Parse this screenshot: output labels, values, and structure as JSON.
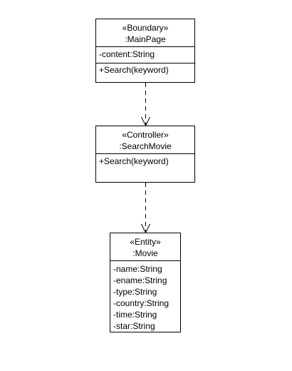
{
  "classes": {
    "main_page": {
      "stereotype": "«Boundary»",
      "name": ":MainPage",
      "attributes": [
        "-content:String"
      ],
      "operations": [
        "+Search(keyword)"
      ]
    },
    "search_movie": {
      "stereotype": "«Controller»",
      "name": ":SearchMovie",
      "operations": [
        "+Search(keyword)"
      ]
    },
    "movie": {
      "stereotype": "«Entity»",
      "name": ":Movie",
      "attributes": [
        "-name:String",
        "-ename:String",
        "-type:String",
        "-country:String",
        "-time:String",
        "-star:String"
      ]
    }
  },
  "dependencies": [
    {
      "from": "main_page",
      "to": "search_movie",
      "style": "dashed-open-arrow"
    },
    {
      "from": "search_movie",
      "to": "movie",
      "style": "dashed-open-arrow"
    }
  ],
  "colors": {
    "line": "#000000",
    "background": "#ffffff"
  }
}
